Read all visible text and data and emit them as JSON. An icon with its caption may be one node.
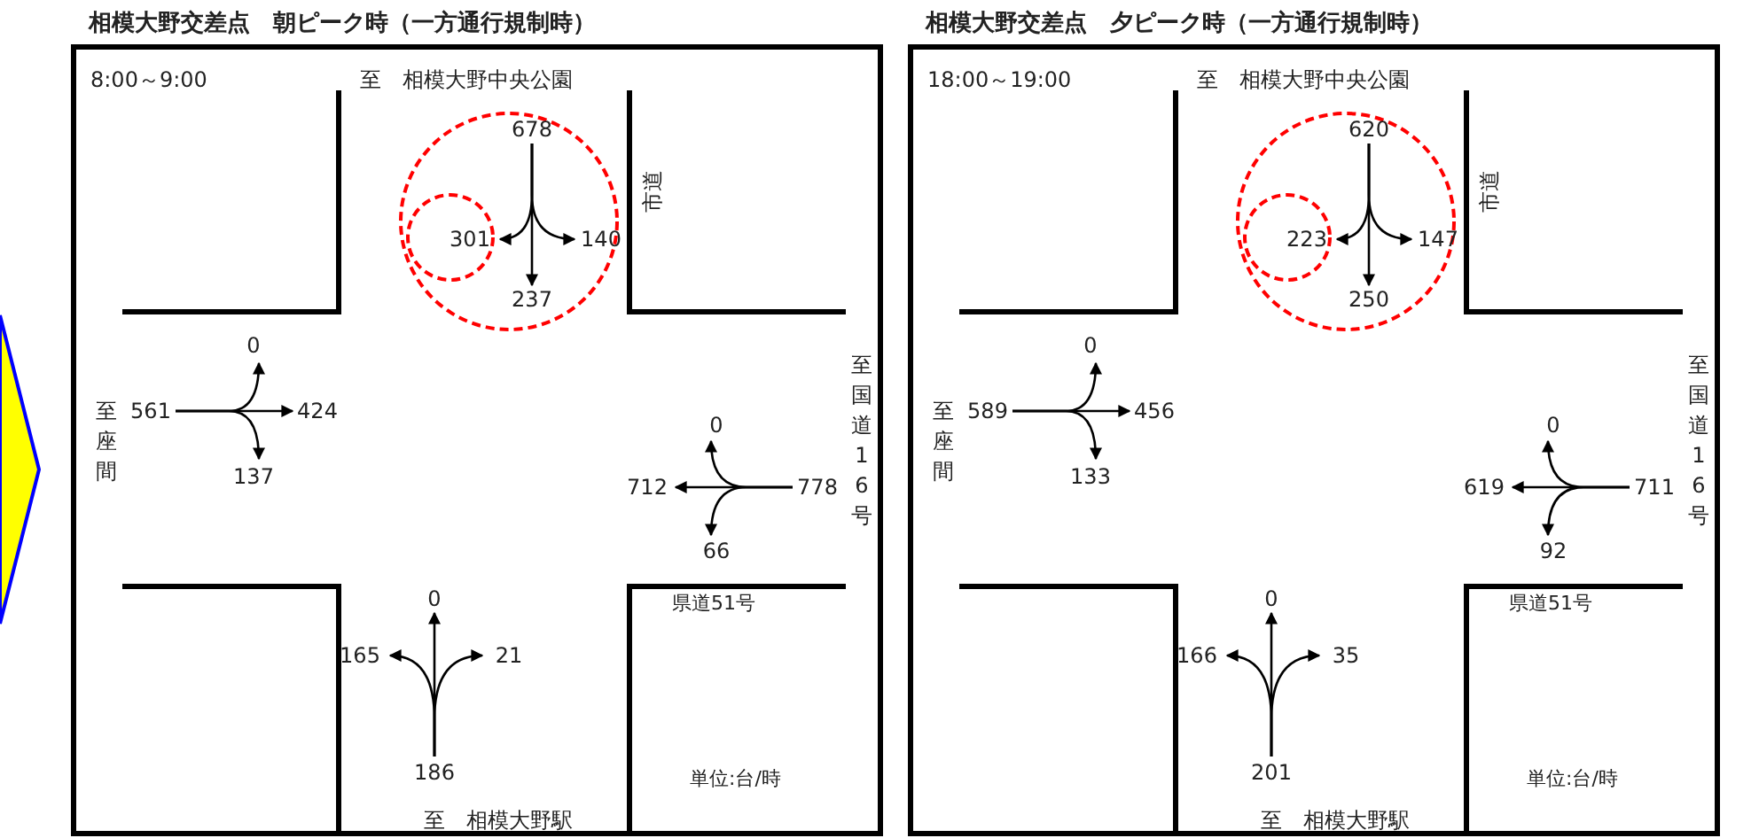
{
  "diagram": {
    "nodes": [
      {
        "text": [
          "相模大野交差点　朝ピーク時（一方通行規制時）",
          "8:00～9:00"
        ]
      },
      {
        "text": [
          "678"
        ],
        "in": 0
      },
      {
        "text": [
          "301"
        ],
        "in": 0
      },
      {
        "text": [
          "140"
        ],
        "in": 0
      },
      {
        "text": [
          "237"
        ],
        "in": 0
      },
      {
        "text": [
          "561"
        ],
        "in": 0
      },
      {
        "text": [
          "0"
        ],
        "in": 0
      },
      {
        "text": [
          "424"
        ],
        "in": 0
      },
      {
        "text": [
          "137"
        ],
        "in": 0
      },
      {
        "text": [
          "778"
        ],
        "in": 0
      },
      {
        "text": [
          "0"
        ],
        "in": 0
      },
      {
        "text": [
          "712"
        ],
        "in": 0
      },
      {
        "text": [
          "66"
        ],
        "in": 0
      },
      {
        "text": [
          "186"
        ],
        "in": 0
      },
      {
        "text": [
          "0"
        ],
        "in": 0
      },
      {
        "text": [
          "165"
        ],
        "in": 0
      },
      {
        "text": [
          "21"
        ],
        "in": 0
      },
      {
        "text": [
          "相模大野交差点　夕ピーク時（一方通行規制時）",
          "18:00～19:00"
        ]
      },
      {
        "text": [
          "620"
        ],
        "in": 17
      },
      {
        "text": [
          "223"
        ],
        "in": 17
      },
      {
        "text": [
          "147"
        ],
        "in": 17
      },
      {
        "text": [
          "250"
        ],
        "in": 17
      },
      {
        "text": [
          "589"
        ],
        "in": 17
      },
      {
        "text": [
          "0"
        ],
        "in": 17
      },
      {
        "text": [
          "456"
        ],
        "in": 17
      },
      {
        "text": [
          "133"
        ],
        "in": 17
      },
      {
        "text": [
          "711"
        ],
        "in": 17
      },
      {
        "text": [
          "0"
        ],
        "in": 17
      },
      {
        "text": [
          "619"
        ],
        "in": 17
      },
      {
        "text": [
          "92"
        ],
        "in": 17
      },
      {
        "text": [
          "201"
        ],
        "in": 17
      },
      {
        "text": [
          "0"
        ],
        "in": 17
      },
      {
        "text": [
          "166"
        ],
        "in": 17
      },
      {
        "text": [
          "35"
        ],
        "in": 17
      },
      {
        "text": [],
        "shape": "chevron"
      }
    ],
    "edges": [
      {
        "from": 1,
        "to": 2,
        "arrow": "to"
      },
      {
        "from": 1,
        "to": 3,
        "arrow": "to"
      },
      {
        "from": 1,
        "to": 4,
        "arrow": "to"
      },
      {
        "from": 5,
        "to": 6,
        "arrow": "to"
      },
      {
        "from": 5,
        "to": 7,
        "arrow": "to"
      },
      {
        "from": 5,
        "to": 8,
        "arrow": "to"
      },
      {
        "from": 9,
        "to": 10,
        "arrow": "to"
      },
      {
        "from": 9,
        "to": 11,
        "arrow": "to"
      },
      {
        "from": 9,
        "to": 12,
        "arrow": "to"
      },
      {
        "from": 13,
        "to": 14,
        "arrow": "to"
      },
      {
        "from": 13,
        "to": 15,
        "arrow": "to"
      },
      {
        "from": 13,
        "to": 16,
        "arrow": "to"
      },
      {
        "from": 18,
        "to": 19,
        "arrow": "to"
      },
      {
        "from": 18,
        "to": 20,
        "arrow": "to"
      },
      {
        "from": 18,
        "to": 21,
        "arrow": "to"
      },
      {
        "from": 22,
        "to": 23,
        "arrow": "to"
      },
      {
        "from": 22,
        "to": 24,
        "arrow": "to"
      },
      {
        "from": 22,
        "to": 25,
        "arrow": "to"
      },
      {
        "from": 26,
        "to": 27,
        "arrow": "to"
      },
      {
        "from": 26,
        "to": 28,
        "arrow": "to"
      },
      {
        "from": 26,
        "to": 29,
        "arrow": "to"
      },
      {
        "from": 30,
        "to": 31,
        "arrow": "to"
      },
      {
        "from": 30,
        "to": 32,
        "arrow": "to"
      },
      {
        "from": 30,
        "to": 33,
        "arrow": "to"
      }
    ],
    "labels": [
      "至　相模大野中央公園",
      "市道",
      "至座間",
      "至国道16号",
      "県道51号",
      "単位:台/時",
      "至　相模大野駅",
      "至　相模大野中央公園",
      "市道",
      "至座間",
      "至国道16号",
      "県道51号",
      "単位:台/時",
      "至　相模大野駅"
    ]
  }
}
